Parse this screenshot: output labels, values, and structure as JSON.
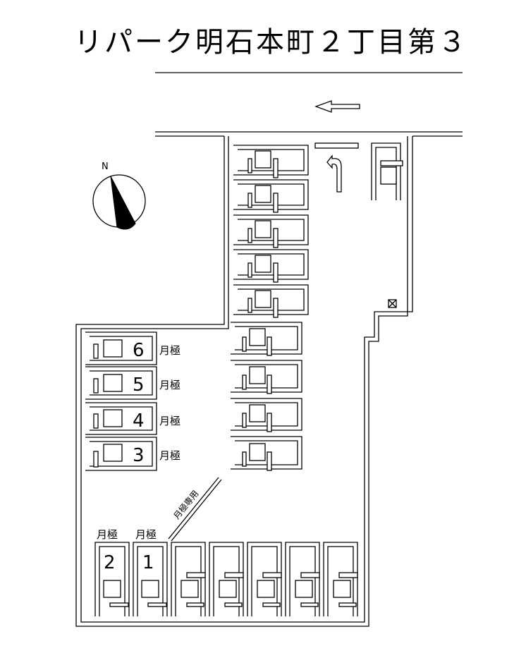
{
  "title": "リパーク明石本町２丁目第３",
  "compass": {
    "north_label": "N"
  },
  "monthly_label": "月極",
  "monthly_only_label": "月極専用",
  "spaces": {
    "west_row": [
      {
        "number": "6",
        "tag": "月極"
      },
      {
        "number": "5",
        "tag": "月極"
      },
      {
        "number": "4",
        "tag": "月極"
      },
      {
        "number": "3",
        "tag": "月極"
      }
    ],
    "bottom_row": [
      {
        "number": "2",
        "tag": "月極"
      },
      {
        "number": "1",
        "tag": "月極"
      }
    ]
  }
}
